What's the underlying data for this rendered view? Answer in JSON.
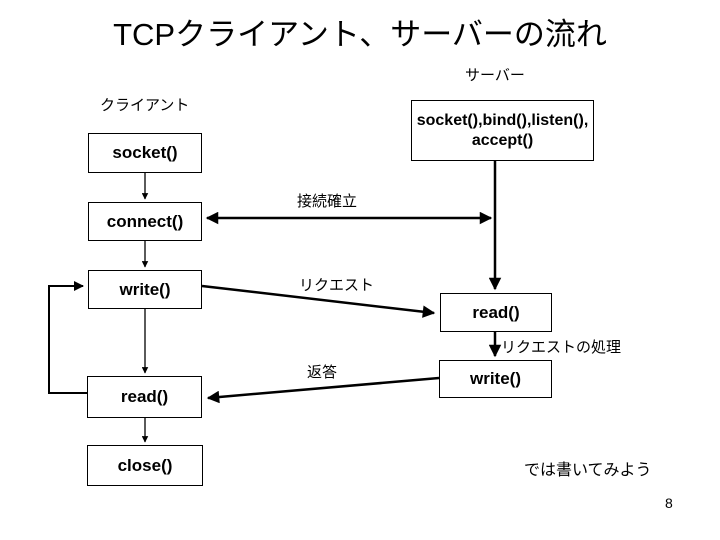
{
  "slide": {
    "title": "TCPクライアント、サーバーの流れ",
    "footer_note": "では書いてみよう",
    "page_number": "8"
  },
  "client": {
    "label": "クライアント",
    "boxes": [
      "socket()",
      "connect()",
      "write()",
      "read()",
      "close()"
    ]
  },
  "server": {
    "label": "サーバー",
    "setup_box": {
      "line1": "socket(),bind(),listen(),",
      "line2": "accept()"
    },
    "boxes": [
      "read()",
      "write()"
    ]
  },
  "edge_labels": {
    "connection_established": "接続確立",
    "request": "リクエスト",
    "request_processing": "リクエストの処理",
    "response": "返答"
  },
  "colors": {
    "foreground": "#000000",
    "background": "#ffffff"
  }
}
